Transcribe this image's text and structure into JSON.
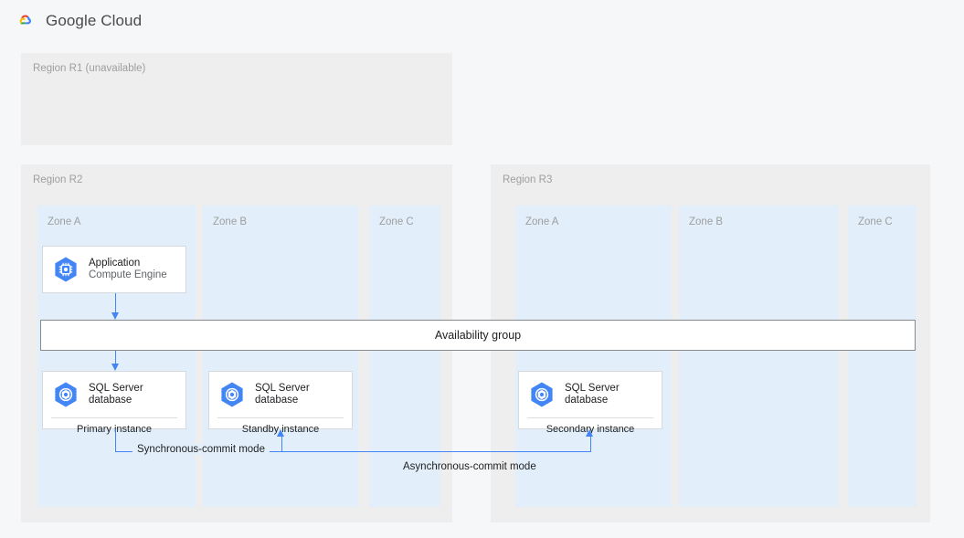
{
  "header": {
    "logo_icon": "google-cloud-logo-icon",
    "product_name": "Google Cloud"
  },
  "regions": [
    {
      "id": "r1",
      "label": "Region R1 (unavailable)",
      "unavailable": true,
      "zones": []
    },
    {
      "id": "r2",
      "label": "Region R2",
      "unavailable": false,
      "zones": [
        {
          "label": "Zone A"
        },
        {
          "label": "Zone B"
        },
        {
          "label": "Zone C"
        }
      ]
    },
    {
      "id": "r3",
      "label": "Region R3",
      "unavailable": false,
      "zones": [
        {
          "label": "Zone A"
        },
        {
          "label": "Zone B"
        },
        {
          "label": "Zone C"
        }
      ]
    }
  ],
  "cards": {
    "application": {
      "icon": "compute-engine-icon",
      "title": "Application",
      "subtitle": "Compute Engine"
    },
    "primary_db": {
      "icon": "sql-server-database-icon",
      "title": "SQL Server\ndatabase",
      "footer": "Primary instance"
    },
    "standby_db": {
      "icon": "sql-server-database-icon",
      "title": "SQL Server\ndatabase",
      "footer": "Standby instance"
    },
    "secondary_db": {
      "icon": "sql-server-database-icon",
      "title": "SQL Server\ndatabase",
      "footer": "Secondary instance"
    }
  },
  "availability_group": {
    "label": "Availability group"
  },
  "connections": [
    {
      "id": "sync",
      "label": "Synchronous-commit mode"
    },
    {
      "id": "async",
      "label": "Asynchronous-commit mode"
    }
  ],
  "colors": {
    "page_background": "#f6f7f8",
    "region_background": "#eeeeee",
    "zone_background": "#e2effa",
    "connector_blue": "#4285f4",
    "icon_blue": "#4285f4",
    "card_border": "#d6dade",
    "availability_group_border": "#868b8f",
    "muted_text": "#9e9e9e"
  }
}
